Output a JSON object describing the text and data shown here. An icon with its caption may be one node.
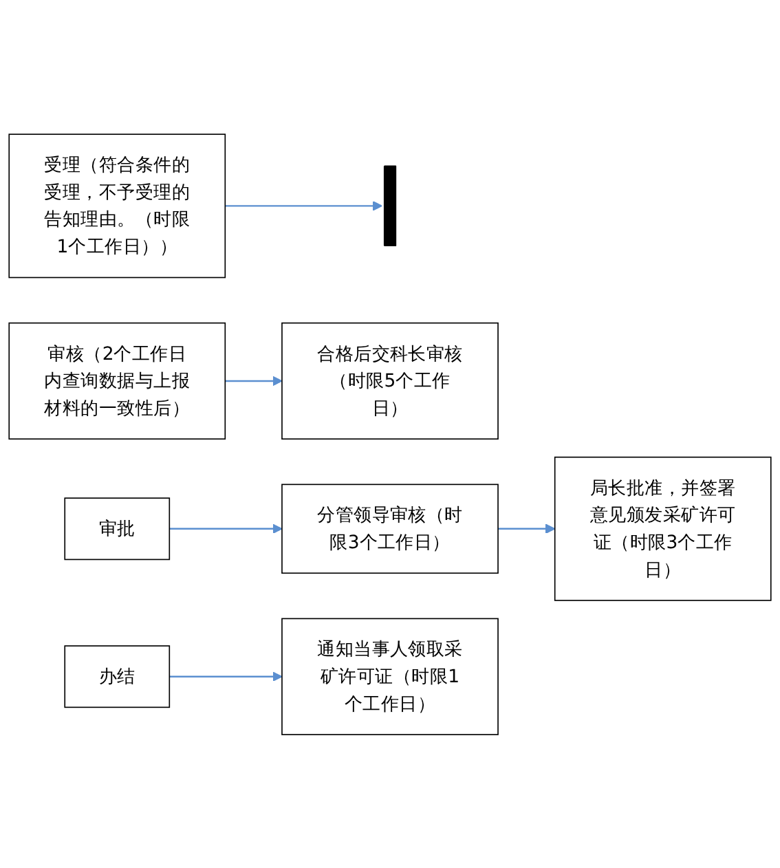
{
  "diagram": {
    "nodes": [
      {
        "text": [
          "受理（符合条件的受理，不予受理的告知理由。（时限1个工作日））"
        ]
      },
      {
        "text": [],
        "shape": "bar"
      },
      {
        "text": [
          "审核（2个工作日内查询数据与上报材料的一致性后）"
        ]
      },
      {
        "text": [
          "合格后交科长审核（时限5个工作日）"
        ]
      },
      {
        "text": [
          "审批"
        ]
      },
      {
        "text": [
          "分管领导审核（时限3个工作日）"
        ]
      },
      {
        "text": [
          "局长批准，并签署意见颁发采矿许可证（时限3个工作日）"
        ]
      },
      {
        "text": [
          "办结"
        ]
      },
      {
        "text": [
          "通知当事人领取采矿许可证（时限1个工作日）"
        ]
      }
    ],
    "edges": [
      {
        "from": 0,
        "to": 1,
        "arrow": "to"
      },
      {
        "from": 2,
        "to": 3,
        "arrow": "to"
      },
      {
        "from": 4,
        "to": 5,
        "arrow": "to"
      },
      {
        "from": 5,
        "to": 6,
        "arrow": "to"
      },
      {
        "from": 7,
        "to": 8,
        "arrow": "to"
      }
    ]
  }
}
